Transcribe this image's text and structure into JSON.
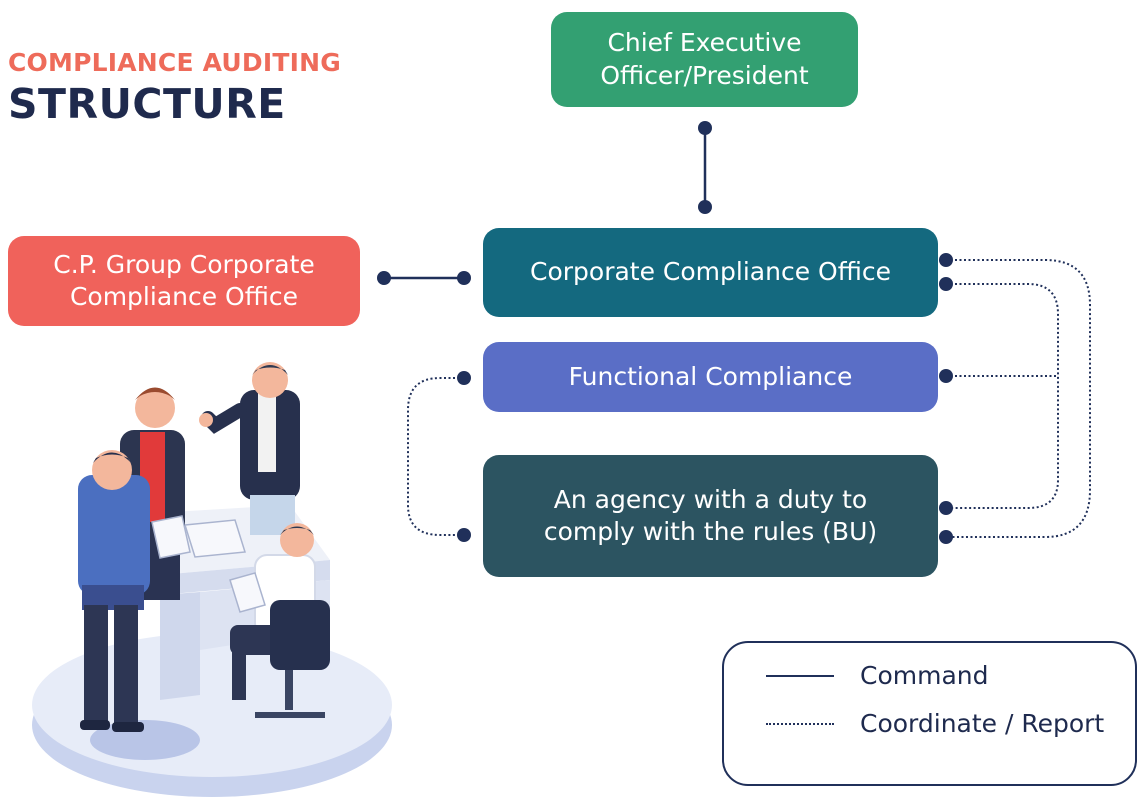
{
  "title": {
    "subtitle": "COMPLIANCE AUDITING",
    "main": "STRUCTURE"
  },
  "nodes": {
    "ceo": "Chief Executive\nOfficer/President",
    "cp_group": "C.P. Group Corporate\nCompliance Office",
    "corporate": "Corporate Compliance Office",
    "functional": "Functional Compliance",
    "bu": "An agency with a duty to\ncomply with the rules (BU)"
  },
  "legend": {
    "command": "Command",
    "coordinate": "Coordinate / Report"
  },
  "colors": {
    "ceo": "#33a072",
    "cp_group": "#f0625b",
    "corporate": "#14697f",
    "functional": "#5a6ec6",
    "bu": "#2c5461",
    "title_sub": "#ee6b5a",
    "title_main": "#1f2a4d",
    "line": "#20305a"
  }
}
